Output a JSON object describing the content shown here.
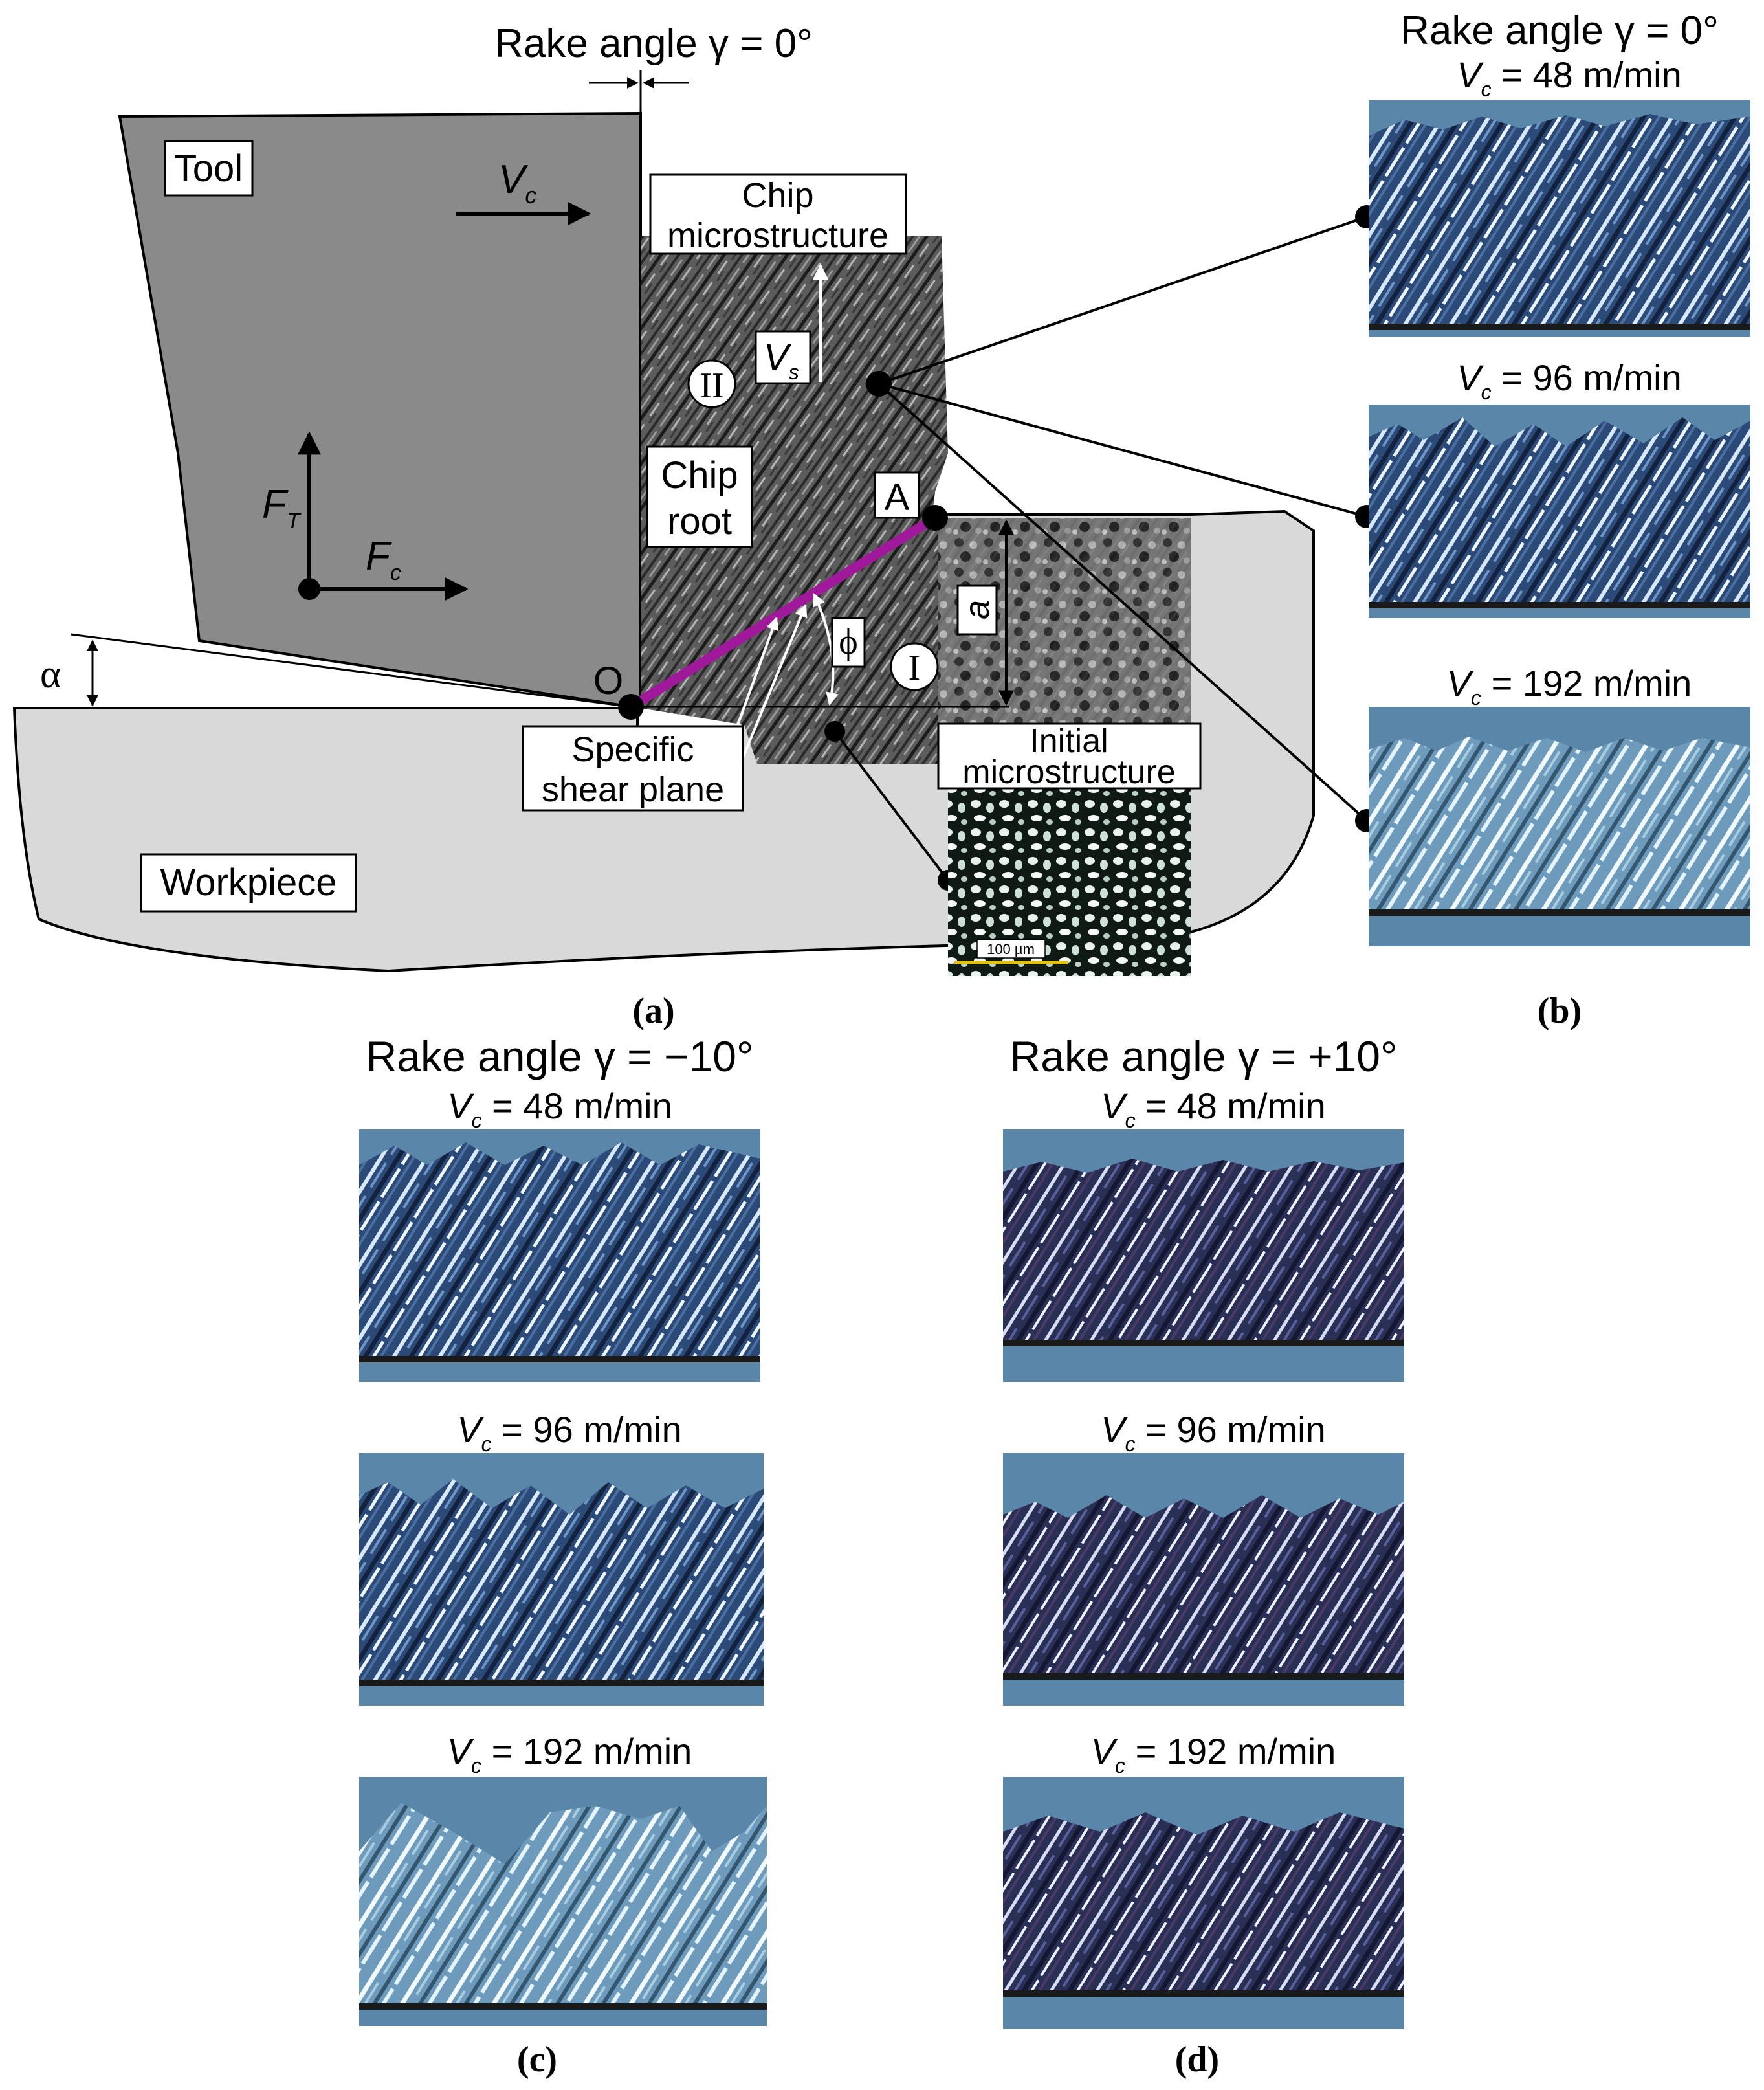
{
  "panel_a": {
    "title": "Rake angle γ = 0°",
    "tool_label": "Tool",
    "workpiece_label": "Workpiece",
    "chip_microstructure_label_line1": "Chip",
    "chip_microstructure_label_line2": "microstructure",
    "chip_root_label_line1": "Chip",
    "chip_root_label_line2": "root",
    "shear_plane_label_line1": "Specific",
    "shear_plane_label_line2": "shear plane",
    "initial_microstructure_label_line1": "Initial",
    "initial_microstructure_label_line2": "microstructure",
    "zone_two_label": "II",
    "zone_one_label": "I",
    "vc_symbol": "V",
    "vc_subscript": "c",
    "vs_symbol": "V",
    "vs_subscript": "s",
    "ft_symbol": "F",
    "ft_subscript": "T",
    "fc_symbol": "F",
    "fc_subscript": "c",
    "point_a": "A",
    "point_o": "O",
    "alpha_symbol": "α",
    "phi_symbol": "ϕ",
    "a_symbol": "a",
    "scale_bar": "100 µm",
    "caption": "(a)"
  },
  "panel_b": {
    "title": "Rake angle γ = 0°",
    "speeds": [
      {
        "prefix": "V",
        "sub": "c",
        "value": " = 48 m/min"
      },
      {
        "prefix": "V",
        "sub": "c",
        "value": " = 96 m/min"
      },
      {
        "prefix": "V",
        "sub": "c",
        "value": " = 192 m/min"
      }
    ],
    "caption": "(b)"
  },
  "panel_c": {
    "title": "Rake angle γ = −10°",
    "speeds": [
      {
        "prefix": "V",
        "sub": "c",
        "value": " = 48 m/min"
      },
      {
        "prefix": "V",
        "sub": "c",
        "value": " = 96 m/min"
      },
      {
        "prefix": "V",
        "sub": "c",
        "value": " = 192 m/min"
      }
    ],
    "caption": "(c)"
  },
  "panel_d": {
    "title": "Rake angle γ = +10°",
    "speeds": [
      {
        "prefix": "V",
        "sub": "c",
        "value": " = 48 m/min"
      },
      {
        "prefix": "V",
        "sub": "c",
        "value": " = 96 m/min"
      },
      {
        "prefix": "V",
        "sub": "c",
        "value": " = 192 m/min"
      }
    ],
    "caption": "(d)"
  },
  "colors": {
    "tool": "#8a8a8a",
    "workpiece": "#d9d9d9",
    "shear_plane": "#a0199a",
    "micro_background": "#5a87a9",
    "chip_base": "#2f4d78",
    "chip_streak": "#dfeeff"
  }
}
